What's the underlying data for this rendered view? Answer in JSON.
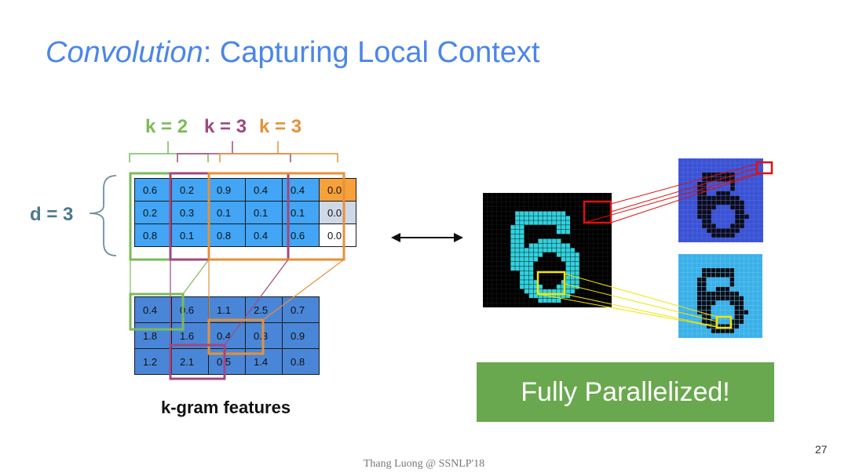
{
  "title": {
    "italic": "Convolution",
    "rest": ": Capturing Local Context"
  },
  "kernel_labels": [
    {
      "text": "k = 2",
      "color": "#7cba5a"
    },
    {
      "text": "k = 3",
      "color": "#a0487f"
    },
    {
      "text": "k = 3",
      "color": "#e69138"
    }
  ],
  "dimension_label": "d = 3",
  "input_matrix": [
    [
      "0.6",
      "0.2",
      "0.9",
      "0.4",
      "0.4",
      "0.0"
    ],
    [
      "0.2",
      "0.3",
      "0.1",
      "0.1",
      "0.1",
      "0.0"
    ],
    [
      "0.8",
      "0.1",
      "0.8",
      "0.4",
      "0.6",
      "0.0"
    ]
  ],
  "output_matrix": [
    [
      "0.4",
      "0.6",
      "1.1",
      "2.5",
      "0.7"
    ],
    [
      "1.8",
      "1.6",
      "0.4",
      "0.3",
      "0.9"
    ],
    [
      "1.2",
      "2.1",
      "0.5",
      "1.4",
      "0.8"
    ]
  ],
  "output_caption": "k-gram features",
  "banner": "Fully Parallelized!",
  "page_number": "27",
  "footer": "Thang Luong  @ SSNLP'18",
  "colors": {
    "title": "#4a86e8",
    "green": "#7cba5a",
    "purple": "#a0487f",
    "orange": "#e69138",
    "input_cell": "#42a5f5",
    "output_cell": "#4a86d8",
    "banner": "#6aa84f",
    "digit_cyan": "#2fd3e0",
    "zoom_red": "#e01010",
    "zoom_yellow": "#f2e600"
  }
}
